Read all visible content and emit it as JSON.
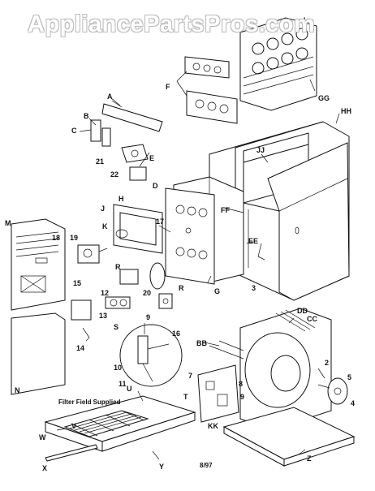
{
  "watermark": "AppliancePartsPros.com",
  "caption_filter": "Filter Field Supplied",
  "caption_date": "8/97",
  "labels": {
    "A": "A",
    "B": "B",
    "C": "C",
    "D": "D",
    "E": "E",
    "F": "F",
    "G": "G",
    "H": "H",
    "I": "I",
    "J": "J",
    "K": "K",
    "M": "M",
    "N": "N",
    "R1": "R",
    "R2": "R",
    "S": "S",
    "T": "T",
    "U": "U",
    "V": "V",
    "W": "W",
    "X": "X",
    "Y": "Y",
    "Z": "Z",
    "BB": "BB",
    "CC": "CC",
    "DD": "DD",
    "EE": "EE",
    "FF": "FF",
    "GG": "GG",
    "HH": "HH",
    "JJ": "JJ",
    "KK": "KK",
    "n2": "2",
    "n3": "3",
    "n4": "4",
    "n5": "5",
    "n7": "7",
    "n8": "8",
    "n9a": "9",
    "n9b": "9",
    "n10": "10",
    "n11": "11",
    "n12": "12",
    "n13": "13",
    "n14": "14",
    "n15": "15",
    "n16": "16",
    "n17": "17",
    "n18": "18",
    "n19": "19",
    "n20": "20",
    "n21": "21",
    "n22": "22"
  }
}
